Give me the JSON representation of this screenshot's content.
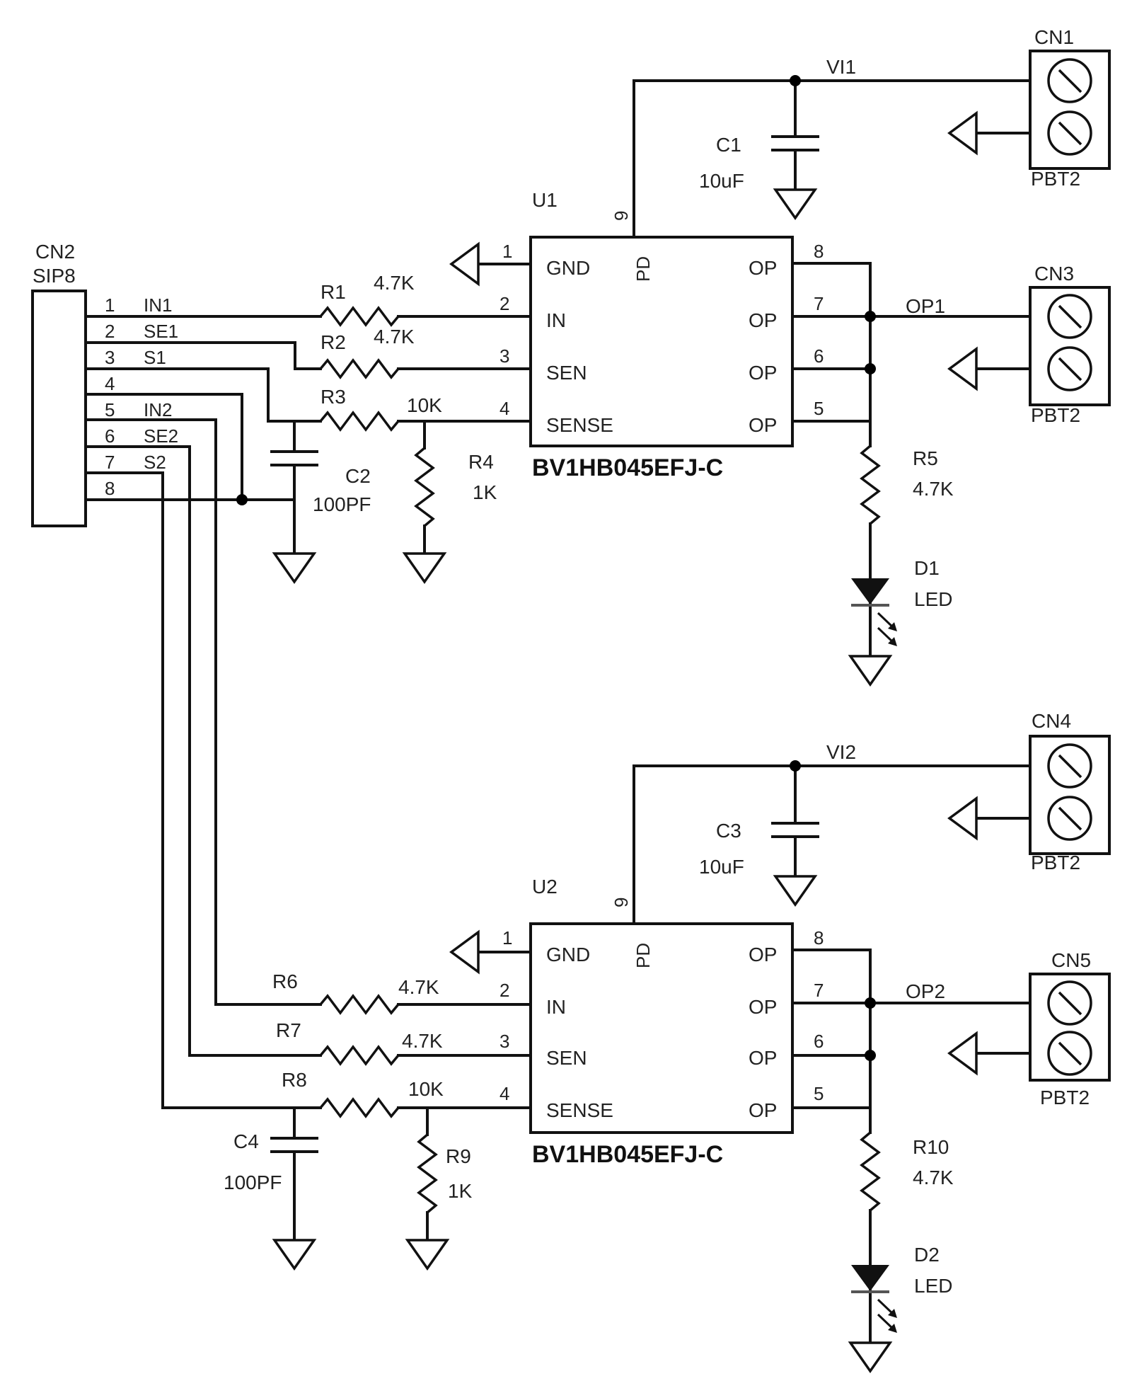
{
  "title": "Dual BV1HB045EFJ-C high-side switch schematic",
  "cn2": {
    "ref": "CN2",
    "type": "SIP8",
    "pins": [
      {
        "num": "1",
        "net": "IN1"
      },
      {
        "num": "2",
        "net": "SE1"
      },
      {
        "num": "3",
        "net": "S1"
      },
      {
        "num": "4",
        "net": ""
      },
      {
        "num": "5",
        "net": "IN2"
      },
      {
        "num": "6",
        "net": "SE2"
      },
      {
        "num": "7",
        "net": "S2"
      },
      {
        "num": "8",
        "net": ""
      }
    ]
  },
  "u1": {
    "ref": "U1",
    "part": "BV1HB045EFJ-C",
    "left_pins": [
      {
        "num": "1",
        "name": "GND"
      },
      {
        "num": "2",
        "name": "IN"
      },
      {
        "num": "3",
        "name": "SEN"
      },
      {
        "num": "4",
        "name": "SENSE"
      }
    ],
    "right_pins": [
      {
        "num": "8",
        "name": "OP"
      },
      {
        "num": "7",
        "name": "OP"
      },
      {
        "num": "6",
        "name": "OP"
      },
      {
        "num": "5",
        "name": "OP"
      }
    ],
    "top_pin": {
      "num": "9",
      "name": "PD"
    }
  },
  "u2": {
    "ref": "U2",
    "part": "BV1HB045EFJ-C",
    "left_pins": [
      {
        "num": "1",
        "name": "GND"
      },
      {
        "num": "2",
        "name": "IN"
      },
      {
        "num": "3",
        "name": "SEN"
      },
      {
        "num": "4",
        "name": "SENSE"
      }
    ],
    "right_pins": [
      {
        "num": "8",
        "name": "OP"
      },
      {
        "num": "7",
        "name": "OP"
      },
      {
        "num": "6",
        "name": "OP"
      },
      {
        "num": "5",
        "name": "OP"
      }
    ],
    "top_pin": {
      "num": "9",
      "name": "PD"
    }
  },
  "nets": {
    "vi1": "VI1",
    "vi2": "VI2",
    "op1": "OP1",
    "op2": "OP2"
  },
  "connectors": {
    "cn1": {
      "ref": "CN1",
      "type": "PBT2"
    },
    "cn3": {
      "ref": "CN3",
      "type": "PBT2"
    },
    "cn4": {
      "ref": "CN4",
      "type": "PBT2"
    },
    "cn5": {
      "ref": "CN5",
      "type": "PBT2"
    }
  },
  "components": {
    "c1": {
      "ref": "C1",
      "value": "10uF"
    },
    "c2": {
      "ref": "C2",
      "value": "100PF"
    },
    "c3": {
      "ref": "C3",
      "value": "10uF"
    },
    "c4": {
      "ref": "C4",
      "value": "100PF"
    },
    "r1": {
      "ref": "R1",
      "value": "4.7K"
    },
    "r2": {
      "ref": "R2",
      "value": "4.7K"
    },
    "r3": {
      "ref": "R3",
      "value": "10K"
    },
    "r4": {
      "ref": "R4",
      "value": "1K"
    },
    "r5": {
      "ref": "R5",
      "value": "4.7K"
    },
    "r6": {
      "ref": "R6",
      "value": "4.7K"
    },
    "r7": {
      "ref": "R7",
      "value": "4.7K"
    },
    "r8": {
      "ref": "R8",
      "value": "10K"
    },
    "r9": {
      "ref": "R9",
      "value": "1K"
    },
    "r10": {
      "ref": "R10",
      "value": "4.7K"
    },
    "d1": {
      "ref": "D1",
      "value": "LED"
    },
    "d2": {
      "ref": "D2",
      "value": "LED"
    }
  }
}
